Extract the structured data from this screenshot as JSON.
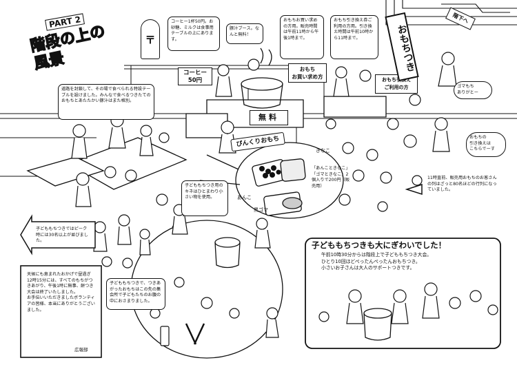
{
  "title": {
    "part": "PART 2",
    "main": "階段の上の風景"
  },
  "signs": {
    "coffee": "コーヒー\n50円",
    "free": "無料",
    "omochi_buy": "おもち\nお買い求め方",
    "omochi_exchange": "おもち引換え\nご利用の方",
    "pin_banner": "ぴんくりおもち",
    "stairs": "階下へ",
    "omochitsuki": "おもちつき",
    "post_label": "〒"
  },
  "notes": {
    "coffee": "コーヒー1杯50円。お砂糖、ミルクは食事用テーブルの上にあります。",
    "tonjiru": "豚汁ブース。なんと無料！",
    "buy": "おもちお買い求めの方用。販売時間は午前11時から午後1時まで。",
    "exchange": "おもち引き換え券ご利用の方用。引き換え時間は午前10時から11時まで。",
    "tables": "道路を封鎖して、その場で食べられる特設テーブルを設けました。みんなで食べるつきたてのおもちとあたたかい豚汁はまた格別。",
    "kine": "子どももちつき用のキネはひとまわり小さい物を使用。",
    "price": "「あんこときなこ」「ゴマときなこ」2個入りで200円（販売用）",
    "line": "11時直前、販売用おもちのお客さんの列はざっと80名ほどの行列になっていました。",
    "peak": "子どももちつきではピーク時には30名以上が並びました。",
    "thanks": "天候にも恵まれたおかげで昼過ぎ12時15分には、すべてのもちがつきあがり、午後1時に無事、餅つき大会は終了いたしました。\nお手伝いいただきましたボランティアの皆様、本当にありがとうございました。",
    "thanks_sign": "広報部",
    "kids_mochi": "子どももちつきで、つきあがったおもちはこの先の集会所で子どもたちのお腹の中におさまりました。"
  },
  "speech": {
    "goma": "ゴマもち\nありがとー",
    "exchange_here": "おもちの\n引き換えは\nこちらでーす"
  },
  "food_labels": {
    "kinako": "きなこ",
    "anko": "あんこ",
    "goma": "黒ゴマ"
  },
  "feature": {
    "heading": "子どももちつきも大にぎわいでした！",
    "body": "午前10時30分からは階段上で子どももちつき大会。\nひとり10回ほどぺったんぺったんおもちつき。\n小さいお子さんは大人のサポートつきです。"
  }
}
